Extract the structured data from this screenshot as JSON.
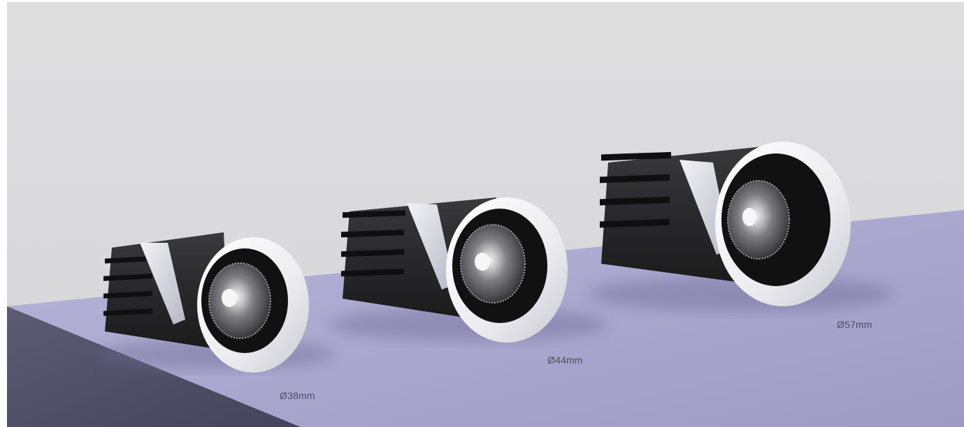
{
  "scene": {
    "wall_color": "#dcdcdf",
    "platform_top_color": "#a9a6cf",
    "platform_front_color": "#55536a"
  },
  "products": [
    {
      "name": "downlight-small",
      "label": "Ø38mm"
    },
    {
      "name": "downlight-medium",
      "label": "Ø44mm"
    },
    {
      "name": "downlight-large",
      "label": "Ø57mm"
    }
  ]
}
